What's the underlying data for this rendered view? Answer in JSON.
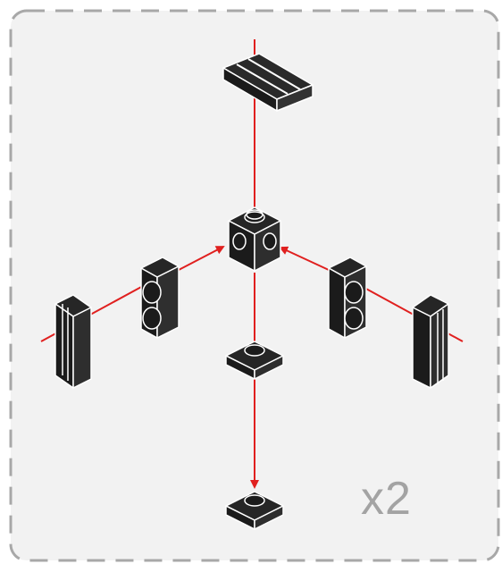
{
  "step": {
    "multiplier": "x2",
    "panel_color": "#f2f2f2",
    "arrow_color": "#e0201f",
    "part_color": "#1b1b1b"
  },
  "parts": [
    {
      "id": "tile-1x3-grooved",
      "icon": "brick-tile-grooved-icon"
    },
    {
      "id": "brick-1x1-studs-four-sides",
      "icon": "brick-modified-studs-icon"
    },
    {
      "id": "plate-1x2-left",
      "icon": "plate-1x2-icon"
    },
    {
      "id": "plate-1x2-right",
      "icon": "plate-1x2-icon"
    },
    {
      "id": "tile-2x1-grooved-left",
      "icon": "tile-grooved-icon"
    },
    {
      "id": "tile-2x1-grooved-right",
      "icon": "tile-grooved-icon"
    },
    {
      "id": "plate-1x1-upper",
      "icon": "plate-1x1-icon"
    },
    {
      "id": "plate-1x1-lower",
      "icon": "plate-1x1-icon"
    }
  ]
}
